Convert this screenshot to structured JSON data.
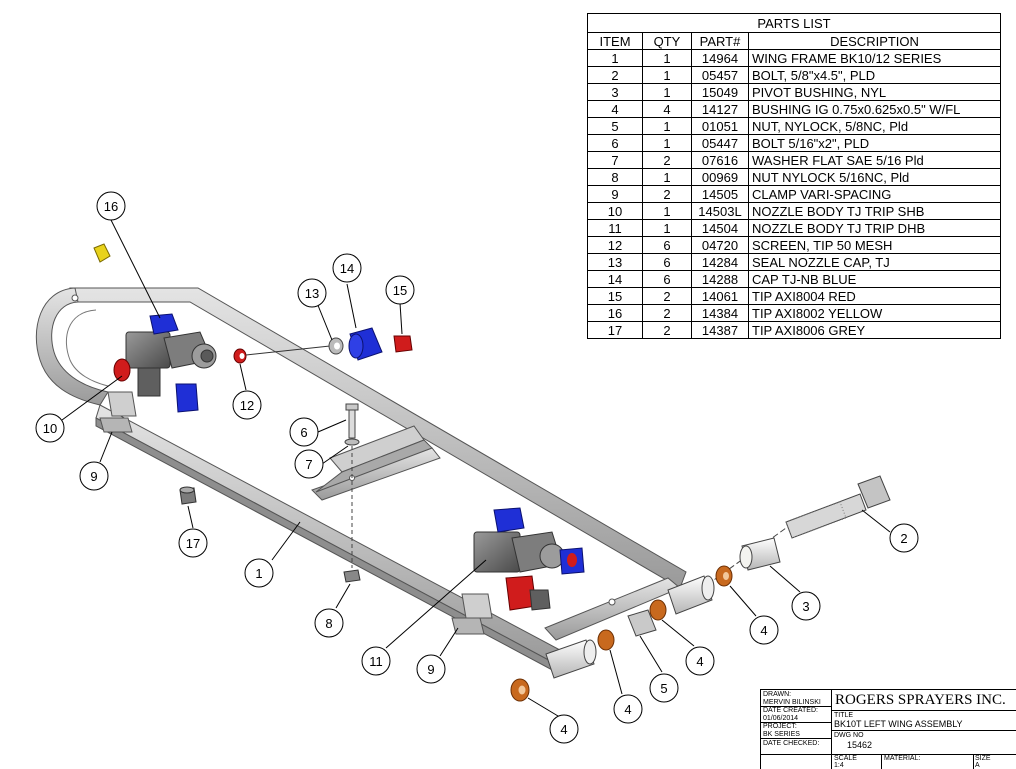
{
  "parts_list": {
    "title": "PARTS LIST",
    "headers": [
      "ITEM",
      "QTY",
      "PART#",
      "DESCRIPTION"
    ],
    "rows": [
      [
        "1",
        "1",
        "14964",
        "WING FRAME BK10/12 SERIES"
      ],
      [
        "2",
        "1",
        "05457",
        "BOLT, 5/8\"x4.5\", PLD"
      ],
      [
        "3",
        "1",
        "15049",
        "PIVOT BUSHING, NYL"
      ],
      [
        "4",
        "4",
        "14127",
        "BUSHING IG 0.75x0.625x0.5\" W/FL"
      ],
      [
        "5",
        "1",
        "01051",
        "NUT, NYLOCK, 5/8NC, Pld"
      ],
      [
        "6",
        "1",
        "05447",
        "BOLT 5/16\"x2\", PLD"
      ],
      [
        "7",
        "2",
        "07616",
        "WASHER FLAT SAE 5/16 Pld"
      ],
      [
        "8",
        "1",
        "00969",
        "NUT NYLOCK 5/16NC, Pld"
      ],
      [
        "9",
        "2",
        "14505",
        "CLAMP VARI-SPACING"
      ],
      [
        "10",
        "1",
        "14503L",
        "NOZZLE BODY TJ TRIP SHB"
      ],
      [
        "11",
        "1",
        "14504",
        "NOZZLE BODY TJ TRIP DHB"
      ],
      [
        "12",
        "6",
        "04720",
        "SCREEN, TIP 50 MESH"
      ],
      [
        "13",
        "6",
        "14284",
        "SEAL NOZZLE CAP, TJ"
      ],
      [
        "14",
        "6",
        "14288",
        "CAP TJ-NB BLUE"
      ],
      [
        "15",
        "2",
        "14061",
        "TIP AXI8004 RED"
      ],
      [
        "16",
        "2",
        "14384",
        "TIP AXI8002  YELLOW"
      ],
      [
        "17",
        "2",
        "14387",
        "TIP AXI8006 GREY"
      ]
    ]
  },
  "balloons": [
    "16",
    "13",
    "14",
    "15",
    "12",
    "10",
    "9",
    "6",
    "7",
    "17",
    "1",
    "2",
    "3",
    "4",
    "4",
    "5",
    "4",
    "11",
    "9",
    "8",
    "4"
  ],
  "title_block": {
    "drawn_label": "DRAWN:",
    "drawn_value": "MERVIN BILINSKI",
    "date_created_label": "DATE CREATED:",
    "date_created_value": "01/06/2014",
    "project_label": "PROJECT:",
    "project_value": "BK SERIES",
    "date_checked_label": "DATE CHECKED:",
    "company": "ROGERS SPRAYERS INC.",
    "title_label": "TITLE",
    "title_value": "BK10T LEFT WING ASSEMBLY",
    "dwg_label": "DWG NO",
    "dwg_value": "15462",
    "scale_label": "SCALE",
    "scale_value": "1:4",
    "material_label": "MATERIAL:",
    "size_label": "SIZE",
    "size_value": "A"
  },
  "colors": {
    "frame": "#b9b9b9",
    "frame_dark": "#8a8a8a",
    "nozzle_body": "#6e6e6e",
    "blue_cap": "#1f2fd6",
    "red_tip": "#d01c1c",
    "yellow_tip": "#e8d21c",
    "bushing": "#c8691e",
    "pivot_bushing": "#e9e9e4"
  }
}
